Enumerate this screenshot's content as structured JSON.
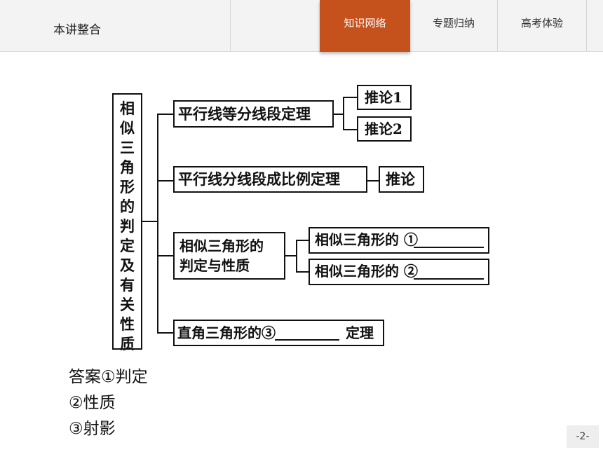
{
  "header": {
    "title": "本讲整合",
    "tabs": [
      {
        "label": "知识网络",
        "active": true
      },
      {
        "label": "专题归纳",
        "active": false
      },
      {
        "label": "高考体验",
        "active": false
      }
    ],
    "accent_color": "#c5511d"
  },
  "diagram": {
    "root_chars": [
      "相",
      "似",
      "三",
      "角",
      "形",
      "的",
      "判",
      "定",
      "及",
      "有",
      "关",
      "性",
      "质"
    ],
    "branch1": {
      "label": "平行线等分线段定理",
      "sub1": "推论1",
      "sub2": "推论2"
    },
    "branch2": {
      "label": "平行线分线段成比例定理",
      "sub": "推论"
    },
    "branch3": {
      "line1": "相似三角形的",
      "line2": "判定与性质",
      "sub1": "相似三角形的 ①",
      "sub2": "相似三角形的 ②"
    },
    "branch4": {
      "prefix": "直角三角形的③",
      "suffix": "定理"
    }
  },
  "answers": {
    "label": "答案",
    "a1": "①判定",
    "a2": "②性质",
    "a3": "③射影"
  },
  "page_number": "-2-"
}
